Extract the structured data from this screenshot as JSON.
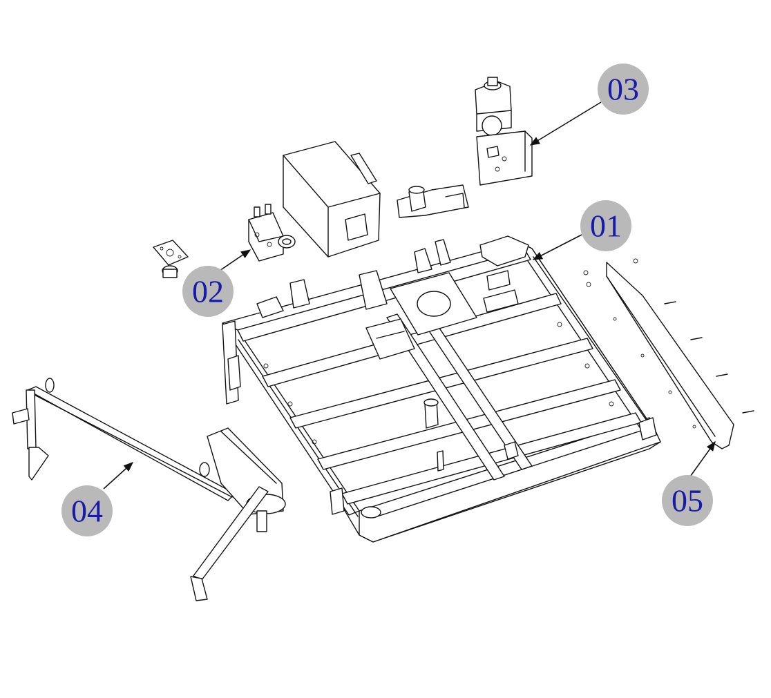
{
  "colors": {
    "callout_fill": "#b9b9b9",
    "callout_text": "#1a1aa8",
    "line": "#111111",
    "background": "#ffffff"
  },
  "callouts": [
    {
      "id": "01",
      "label": "01",
      "part": "main-frame"
    },
    {
      "id": "02",
      "label": "02",
      "part": "valve-components"
    },
    {
      "id": "03",
      "label": "03",
      "part": "motor-bracket-assembly"
    },
    {
      "id": "04",
      "label": "04",
      "part": "side-arm-assembly"
    },
    {
      "id": "05",
      "label": "05",
      "part": "side-shield-plate"
    }
  ]
}
